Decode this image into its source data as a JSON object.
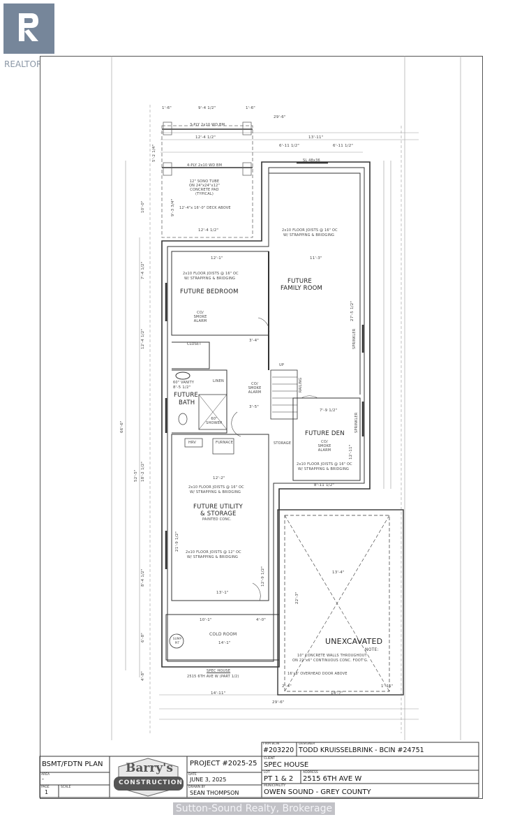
{
  "branding": {
    "realtor_logo_text": "REALTOR®",
    "realtor_color": "#76869a",
    "watermark": "Sutton-Sound Realty, Brokerage"
  },
  "plan": {
    "rooms": {
      "bedroom": "FUTURE BEDROOM",
      "family_room_1": "FUTURE",
      "family_room_2": "FAMILY ROOM",
      "bath_1": "FUTURE",
      "bath_2": "BATH",
      "den": "FUTURE DEN",
      "utility_1": "FUTURE UTILITY",
      "utility_2": "& STORAGE",
      "utility_3": "PAINTED CONC.",
      "cold_room": "COLD ROOM",
      "unexcavated": "UNEXCAVATED",
      "closet": "CLOSET",
      "linen": "LINEN",
      "storage": "STORAGE",
      "hrv": "HRV",
      "furnace": "FURNACE",
      "vanity": "60\" VANITY",
      "shower": "60\" SHOWER",
      "sump_pit": "SUMP PIT",
      "stairs_up": "UP",
      "railing": "RAILING"
    },
    "notes": {
      "smoke_alarm": "CO/ SMOKE ALARM",
      "joists_16": "2x10 FLOOR JOISTS @ 16\" OC",
      "joists_12": "2x10 FLOOR JOISTS @ 12\" OC",
      "strapping": "W/ STRAPPING & BRIDGING",
      "sono_tube": "12\" SONO TUBE ON 24\"x24\"x12\" CONCRETE PAD (TYPICAL)",
      "deck_above": "12'-4\"x 16'-0\" DECK ABOVE",
      "beam_3ply": "3-PLY 2x10 WD BM",
      "beam_4ply": "4-PLY 2x10 WD BM",
      "unexc_note_title": "NOTE:",
      "unexc_note_1": "10\" CONCRETE WALLS THROUGHOUT",
      "unexc_note_2": "ON 22\"x6\" CONTINUOUS CONC. FOOT'G.",
      "overhead_door": "16'x8' OVERHEAD DOOR ABOVE",
      "house_name": "SPEC HOUSE",
      "house_address": "2515 6TH AVE W (PART 1/2)",
      "sprinkler": "SPRINKLER",
      "window": "SL 48x36"
    },
    "dimensions": {
      "d1": "1'-6\"",
      "d2": "9'-4 1/2\"",
      "d3": "1'-6\"",
      "d4": "29'-6\"",
      "d5": "12'-4 1/2\"",
      "d6": "13'-11\"",
      "d7": "6'-11 1/2\"",
      "d8": "6'-11 1/2\"",
      "d9": "12'-4 1/2\"",
      "d10": "12'-1\"",
      "d11": "11'-3\"",
      "d12": "3'-4\"",
      "d13": "3'-5\"",
      "d14": "7'-9 1/2\"",
      "d15": "12'-11\"",
      "d16": "8'-11 1/2\"",
      "d17": "12'-2\"",
      "d18": "13'-1\"",
      "d19": "10'-1\"",
      "d20": "4'-0\"",
      "d21": "14'-1\"",
      "d22": "13'-4\"",
      "d23": "22'-3\"",
      "d24": "14'-11\"",
      "d25": "14'-7\"",
      "d26": "29'-6\"",
      "d27": "66'-6\"",
      "d28": "52'-5\"",
      "d29": "27'-5 1/2\"",
      "d30": "12'-9 1/2\"",
      "d31": "21'-9 1/2\"",
      "d32": "8'-5 1/2\"",
      "d33": "10'-0\"",
      "d34": "7'-4 1/2\"",
      "d35": "12'-4 1/2\"",
      "d36": "18'-2 1/2\"",
      "d37": "8'-4 1/2\"",
      "d38": "6'-8\"",
      "d39": "4'-8\"",
      "d40": "2'-4\"",
      "d41": "1'-11\"",
      "d42": "5'-2 1/4\"",
      "d43": "9'-3 3/4\""
    }
  },
  "title_block": {
    "firm_bcin_label": "FIRM BCIN",
    "firm_bcin": "#203220",
    "designer_label": "DESIGNER",
    "designer": "TODD KRUISSELBRINK - BCIN #24751",
    "plan_name": "BSMT/FDTN PLAN",
    "area_label": "AREA",
    "area": "-",
    "page_label": "PAGE",
    "page": "1",
    "scale_label": "SCALE",
    "logo_top": "Barry's",
    "logo_bottom": "CONSTRUCTION",
    "project": "PROJECT #2025-25",
    "date_label": "DATE",
    "date": "JUNE 3, 2025",
    "drawn_by_label": "DRAWN BY",
    "drawn_by": "SEAN THOMPSON",
    "client_label": "CLIENT",
    "client": "SPEC HOUSE",
    "lot_label": "LOT",
    "lot": "PT 1 & 2",
    "address_label": "ADDRESS",
    "address": "2515 6TH AVE W",
    "municipality_label": "MUNICIPALITY",
    "municipality": "OWEN SOUND - GREY COUNTY"
  }
}
